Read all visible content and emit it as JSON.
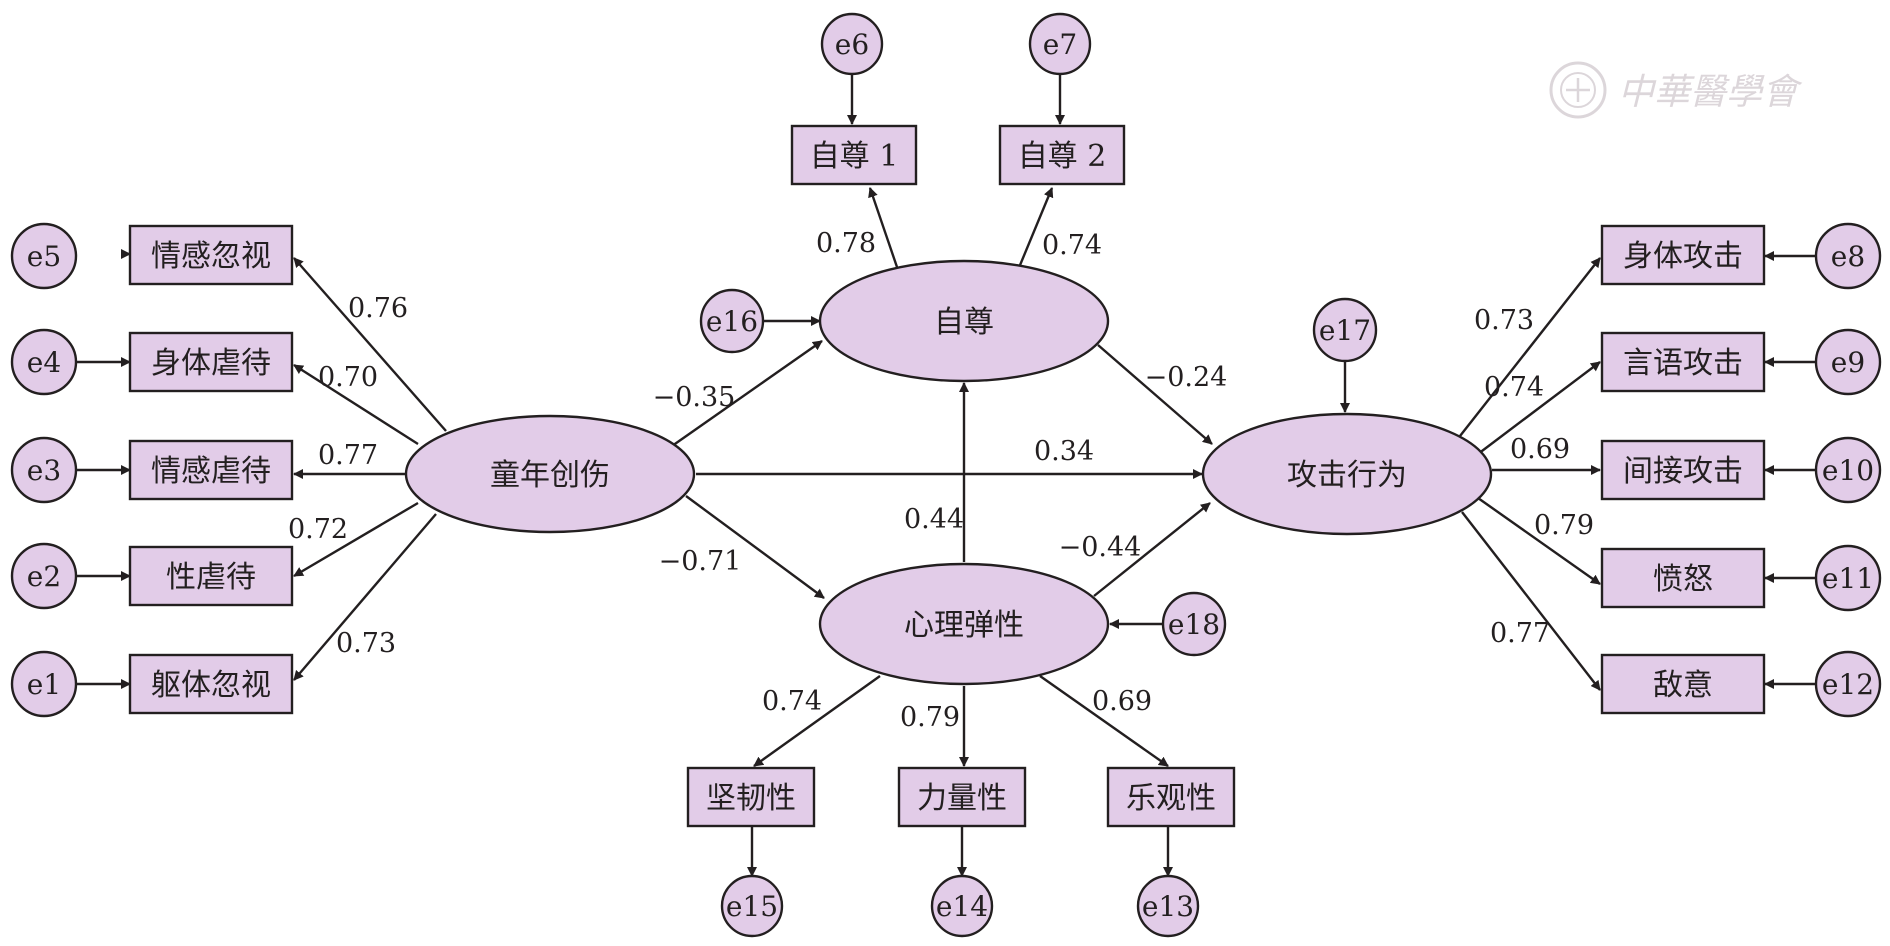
{
  "latent": {
    "trauma": "童年创伤",
    "selfesteem": "自尊",
    "resilience": "心理弹性",
    "aggression": "攻击行为"
  },
  "observed": {
    "o_qghs": "情感忽视",
    "o_stnd": "身体虐待",
    "o_qgnd": "情感虐待",
    "o_xnd": "性虐待",
    "o_qths": "躯体忽视",
    "o_zz1": "自尊 1",
    "o_zz2": "自尊 2",
    "o_stgj": "身体攻击",
    "o_yygj": "言语攻击",
    "o_jjgj": "间接攻击",
    "o_fn": "愤怒",
    "o_dy": "敌意",
    "o_jrx": "坚韧性",
    "o_llx": "力量性",
    "o_lgx": "乐观性"
  },
  "errors": {
    "e1": "e1",
    "e2": "e2",
    "e3": "e3",
    "e4": "e4",
    "e5": "e5",
    "e6": "e6",
    "e7": "e7",
    "e8": "e8",
    "e9": "e9",
    "e10": "e10",
    "e11": "e11",
    "e12": "e12",
    "e13": "e13",
    "e14": "e14",
    "e15": "e15",
    "e16": "e16",
    "e17": "e17",
    "e18": "e18"
  },
  "coefficients": {
    "c_qghs": "0.76",
    "c_stnd": "0.70",
    "c_qgnd": "0.77",
    "c_xnd": "0.72",
    "c_qths": "0.73",
    "c_zz1": "0.78",
    "c_zz2": "0.74",
    "c_tr_se": "−0.35",
    "c_tr_res": "−0.71",
    "c_tr_agg": "0.34",
    "c_res_se": "0.44",
    "c_se_agg": "−0.24",
    "c_res_agg": "−0.44",
    "c_stgj": "0.73",
    "c_yygj": "0.74",
    "c_jjgj": "0.69",
    "c_fn": "0.79",
    "c_dy": "0.77",
    "c_jrx": "0.74",
    "c_llx": "0.79",
    "c_lgx": "0.69"
  },
  "watermark": {
    "text": "中華醫學會",
    "logo": "chinese-medical-association-seal"
  },
  "colors": {
    "fill": "#e2cce8",
    "stroke": "#231f20"
  }
}
